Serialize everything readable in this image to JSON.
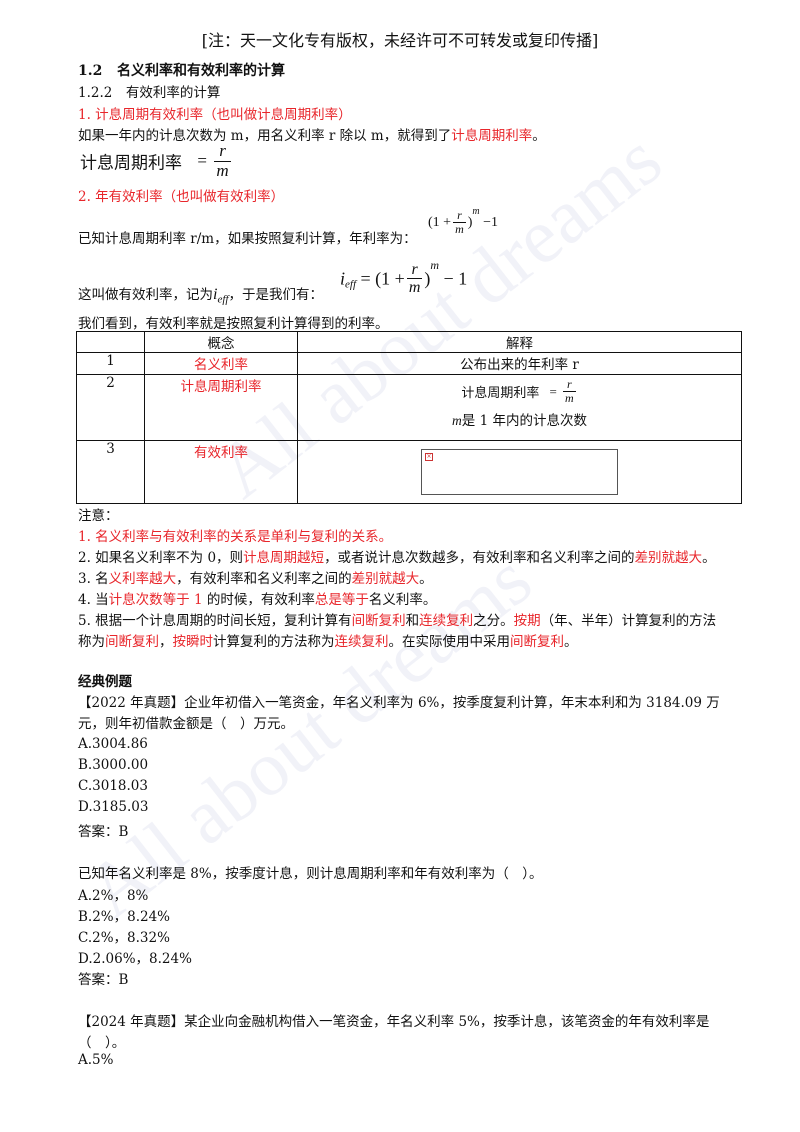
{
  "header": "[注：天一文化专有版权，未经许可不可转发或复印传播]",
  "watermark": "All about dreams",
  "section": {
    "num": "1.2",
    "title": "名义利率和有效利率的计算"
  },
  "subsection": "1.2.2　有效利率的计算",
  "item1_title": "1. 计息周期有效利率（也叫做计息周期利率）",
  "para1": {
    "pre": "如果一年内的计息次数为 m，用名义利率 r 除以 m，就得到了",
    "red": "计息周期利率",
    "post": "。"
  },
  "formula1": {
    "lhs": "计息周期利率",
    "num": "r",
    "den": "m"
  },
  "item2_title": "2. 年有效利率（也叫做有效利率）",
  "para2": "已知计息周期利率 r/m，如果按照复利计算，年利率为：",
  "formula2": {
    "open": "(1 +",
    "num": "r",
    "den": "m",
    "close": ")",
    "exp": "m",
    "tail": " −1"
  },
  "para3": {
    "pre": "这叫做有效利率，记为",
    "var": "i",
    "sub": "eff",
    "post": "，于是我们有："
  },
  "formula3": {
    "var": "i",
    "sub": "eff",
    "eq": " = (1 +",
    "num": "r",
    "den": "m",
    "close": ")",
    "exp": "m",
    "tail": " − 1"
  },
  "para4": "我们看到，有效利率就是按照复利计算得到的利率。",
  "table": {
    "headers": [
      "",
      "概念",
      "解释"
    ],
    "rows": [
      {
        "no": "1",
        "concept": "名义利率",
        "explain": "公布出来的年利率 r"
      },
      {
        "no": "2",
        "concept": "计息周期利率",
        "formula_lhs": "计息周期利率",
        "num": "r",
        "den": "m",
        "note_var": "m",
        "note": "是 1 年内的计息次数"
      },
      {
        "no": "3",
        "concept": "有效利率"
      }
    ]
  },
  "notes_title": "注意：",
  "notes": {
    "n1": "1. 名义利率与有效利率的关系是单利与复利的关系。",
    "n2": [
      "2. 如果名义利率不为 0，则",
      "计息周期越短",
      "，或者说计息次数越多，有效利率和名义利率之间的",
      "差别就越大",
      "。"
    ],
    "n3": [
      "3. 名",
      "义利率越大",
      "，有效利率和名义利率之间的",
      "差别就越大",
      "。"
    ],
    "n4": [
      "4. 当",
      "计息次数等于 1",
      " 的时候，有效利率",
      "总是等于",
      "名义利率。"
    ],
    "n5a": [
      "5. 根据一个计息周期的时间长短，复利计算有",
      "间断复利",
      "和",
      "连续复利",
      "之分。",
      "按期",
      "（年、半年）计算复利的方法"
    ],
    "n5b": [
      "称为",
      "间断复利",
      "，",
      "按瞬时",
      "计算复利的方法称为",
      "连续复利",
      "。在实际使用中采用",
      "间断复利",
      "。"
    ]
  },
  "examples_title": "经典例题",
  "q1": {
    "line1": "【2022 年真题】企业年初借入一笔资金，年名义利率为 6%，按季度复利计算，年末本利和为 3184.09 万",
    "line2": "元，则年初借款金额是（　）万元。",
    "options": [
      "A.3004.86",
      "B.3000.00",
      "C.3018.03",
      "D.3185.03"
    ],
    "answer": "答案：B"
  },
  "q2": {
    "line1": "已知年名义利率是 8%，按季度计息，则计息周期利率和年有效利率为（　）。",
    "options": [
      "A.2%，8%",
      "B.2%，8.24%",
      "C.2%，8.32%",
      "D.2.06%，8.24%"
    ],
    "answer": "答案：B"
  },
  "q3": {
    "line1": "【2024 年真题】某企业向金融机构借入一笔资金，年名义利率 5%，按季计息，该笔资金的年有效利率是",
    "line2": "（　）。",
    "options": [
      "A.5%"
    ]
  }
}
